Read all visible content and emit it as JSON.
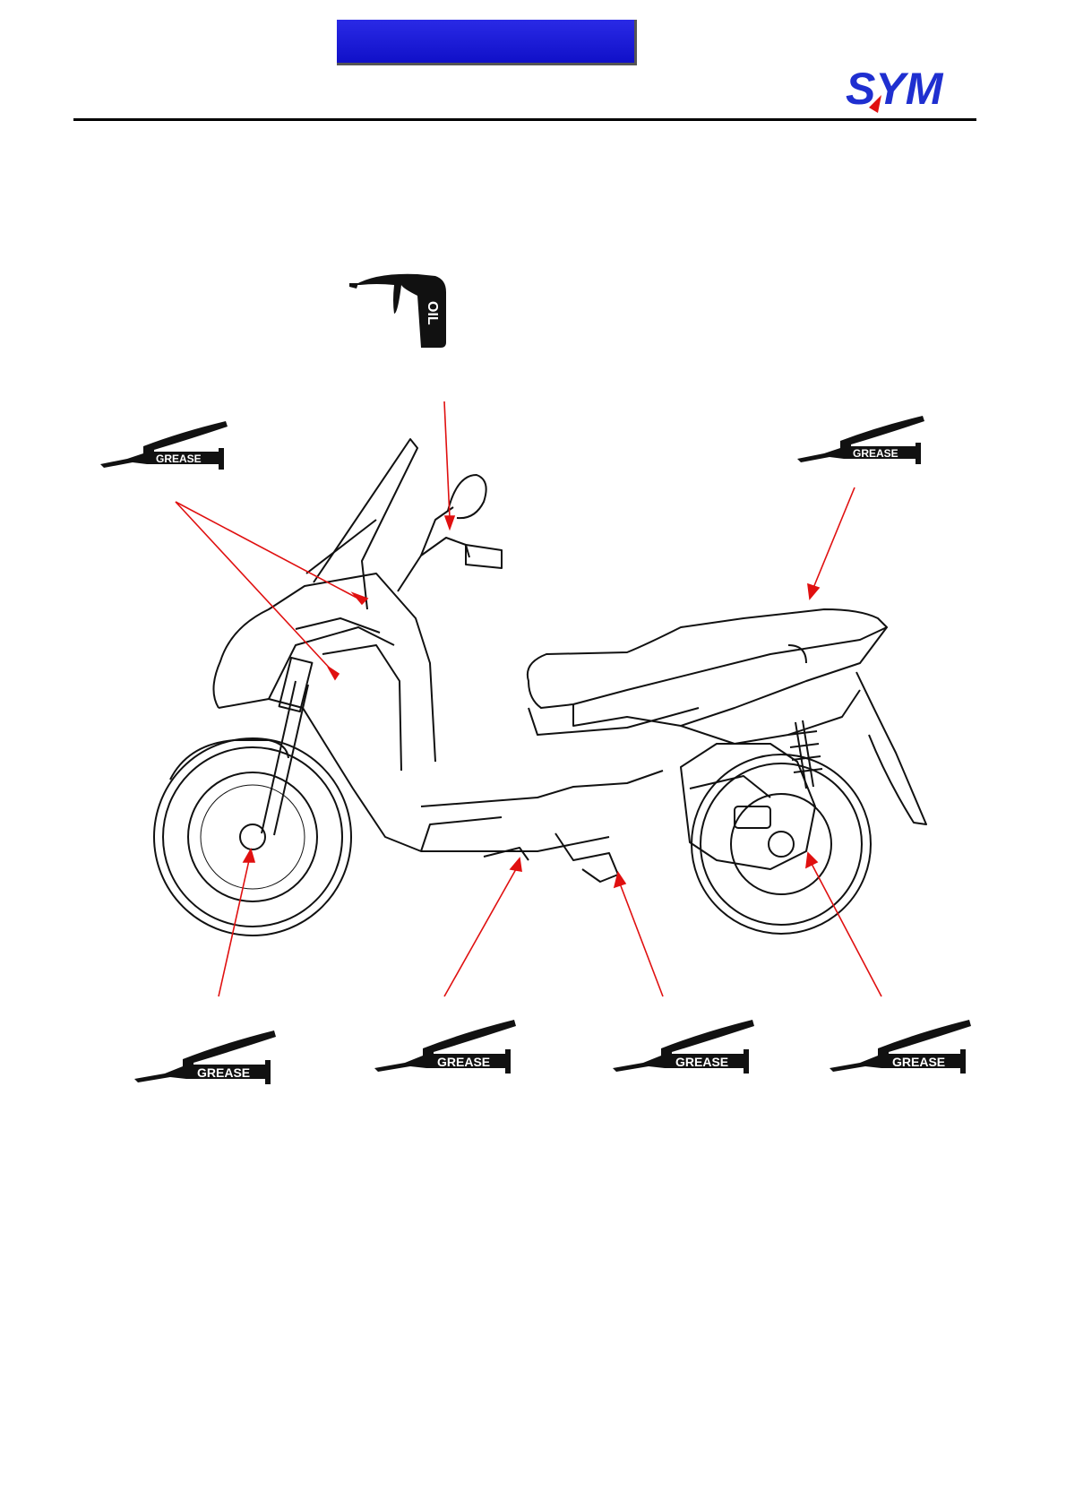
{
  "header": {
    "brand_logo": "SYM",
    "accent_color": "#1c1cd6",
    "logo_color": "#1f2fd0"
  },
  "tools": {
    "oil_label": "OIL",
    "grease_label": "GREASE"
  },
  "callout_color": "#e01010"
}
